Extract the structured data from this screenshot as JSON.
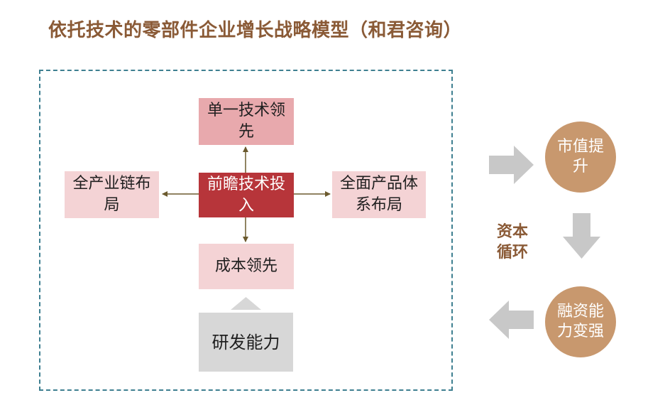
{
  "title": "依托技术的零部件企业增长战略模型（和君咨询）",
  "diagram": {
    "top": "单一技术领先",
    "center": "前瞻技术投入",
    "left": "全产业链布局",
    "right": "全面产品体系布局",
    "bottom": "成本领先",
    "base": "研发能力"
  },
  "cycle": {
    "label": "资本循环",
    "market_value": "市值提升",
    "financing": "融资能力变强"
  },
  "colors": {
    "title": "#8a5a36",
    "frame_border": "#3e7f90",
    "light_box": "#f4d3d5",
    "mid_box": "#e8a9ad",
    "center_box": "#b7353a",
    "base_box": "#d7d7d7",
    "circle": "#c8986e",
    "arrow_gray": "#c8c8c8",
    "connector": "#6b5a2e"
  }
}
